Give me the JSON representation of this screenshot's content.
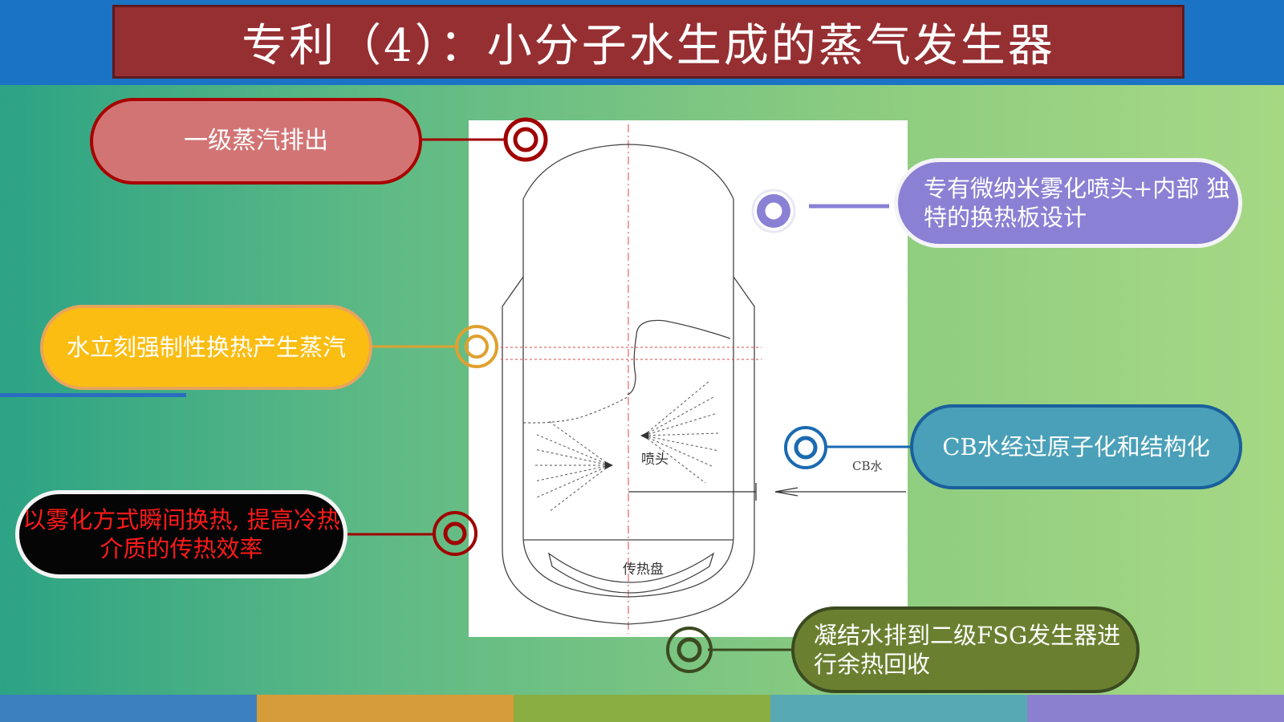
{
  "title": "专利（4）：小分子水生成的蒸气发生器",
  "callouts": {
    "steam_exhaust": "一级蒸汽排出",
    "nozzle_design": [
      "专有微纳米雾化喷头+内部",
      "独特的换热板设计"
    ],
    "forced_exchange": "水立刻强制性换热产生蒸汽",
    "cb_water": "CB水经过原子化和结构化",
    "atomize_exchange": [
      "以雾化方式瞬间换热,",
      "提高冷热介质的传热效率"
    ],
    "condensate": [
      "凝结水排到二级FSG发生器进",
      "行余热回收"
    ]
  },
  "diagram_labels": {
    "nozzle": "喷头",
    "heat_plate": "传热盘",
    "cb_inlet": "CB水"
  },
  "colors": {
    "topbar": "#1a73c4",
    "title_bg": "#962f32",
    "pink": "#d27474",
    "purple": "#8a80d4",
    "yellow": "#fbbd12",
    "teal": "#4aa0b8",
    "black": "#050505",
    "olive": "#6a8030",
    "dark_red": "#a00000",
    "footer": [
      "#3b7fbf",
      "#d69c3a",
      "#8aae42",
      "#57a9b4",
      "#8b80d0"
    ]
  }
}
